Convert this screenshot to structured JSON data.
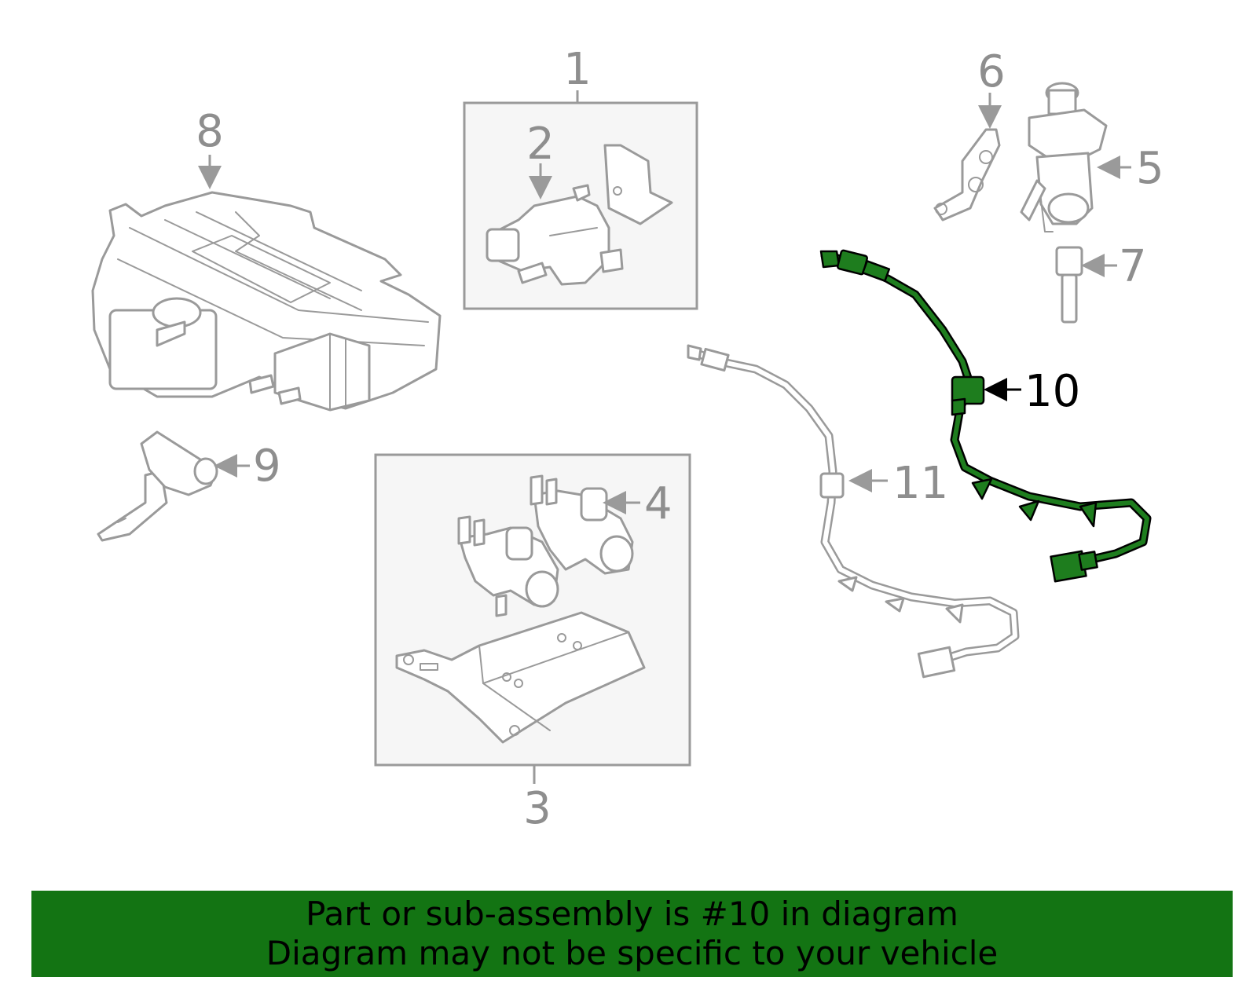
{
  "diagram": {
    "callouts": {
      "c1": "1",
      "c2": "2",
      "c3": "3",
      "c4": "4",
      "c5": "5",
      "c6": "6",
      "c7": "7",
      "c8": "8",
      "c9": "9",
      "c10": "10",
      "c11": "11"
    },
    "highlighted_part": "10",
    "colors": {
      "highlight": "#1e7d1e",
      "banner": "#137413",
      "line_art": "#9a9a9a"
    }
  },
  "banner": {
    "line1": "Part or sub-assembly is #10 in diagram",
    "line2": "Diagram may not be specific to your vehicle"
  }
}
